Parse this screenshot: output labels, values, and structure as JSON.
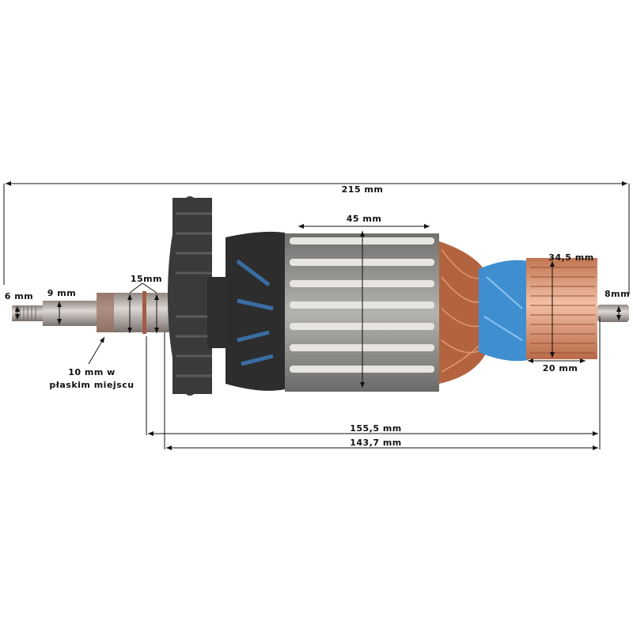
{
  "dimensions": {
    "total_length": "215 mm",
    "core_length": "45 mm",
    "length_a": "155,5 mm",
    "length_b": "143,7 mm",
    "commutator_diameter": "34,5 mm",
    "commutator_length": "20 mm",
    "end_shaft": "8mm",
    "thread": "6 mm",
    "shaft": "9 mm",
    "bearing_seat": "15mm",
    "flat_line1": "10 mm w",
    "flat_line2": "płaskim miejscu"
  },
  "colors": {
    "core": "#9a9a98",
    "copper": "#d8906a",
    "insulation": "#3f8fd0",
    "fan": "#3a3a3a",
    "shaft": "#b9b2ad"
  }
}
